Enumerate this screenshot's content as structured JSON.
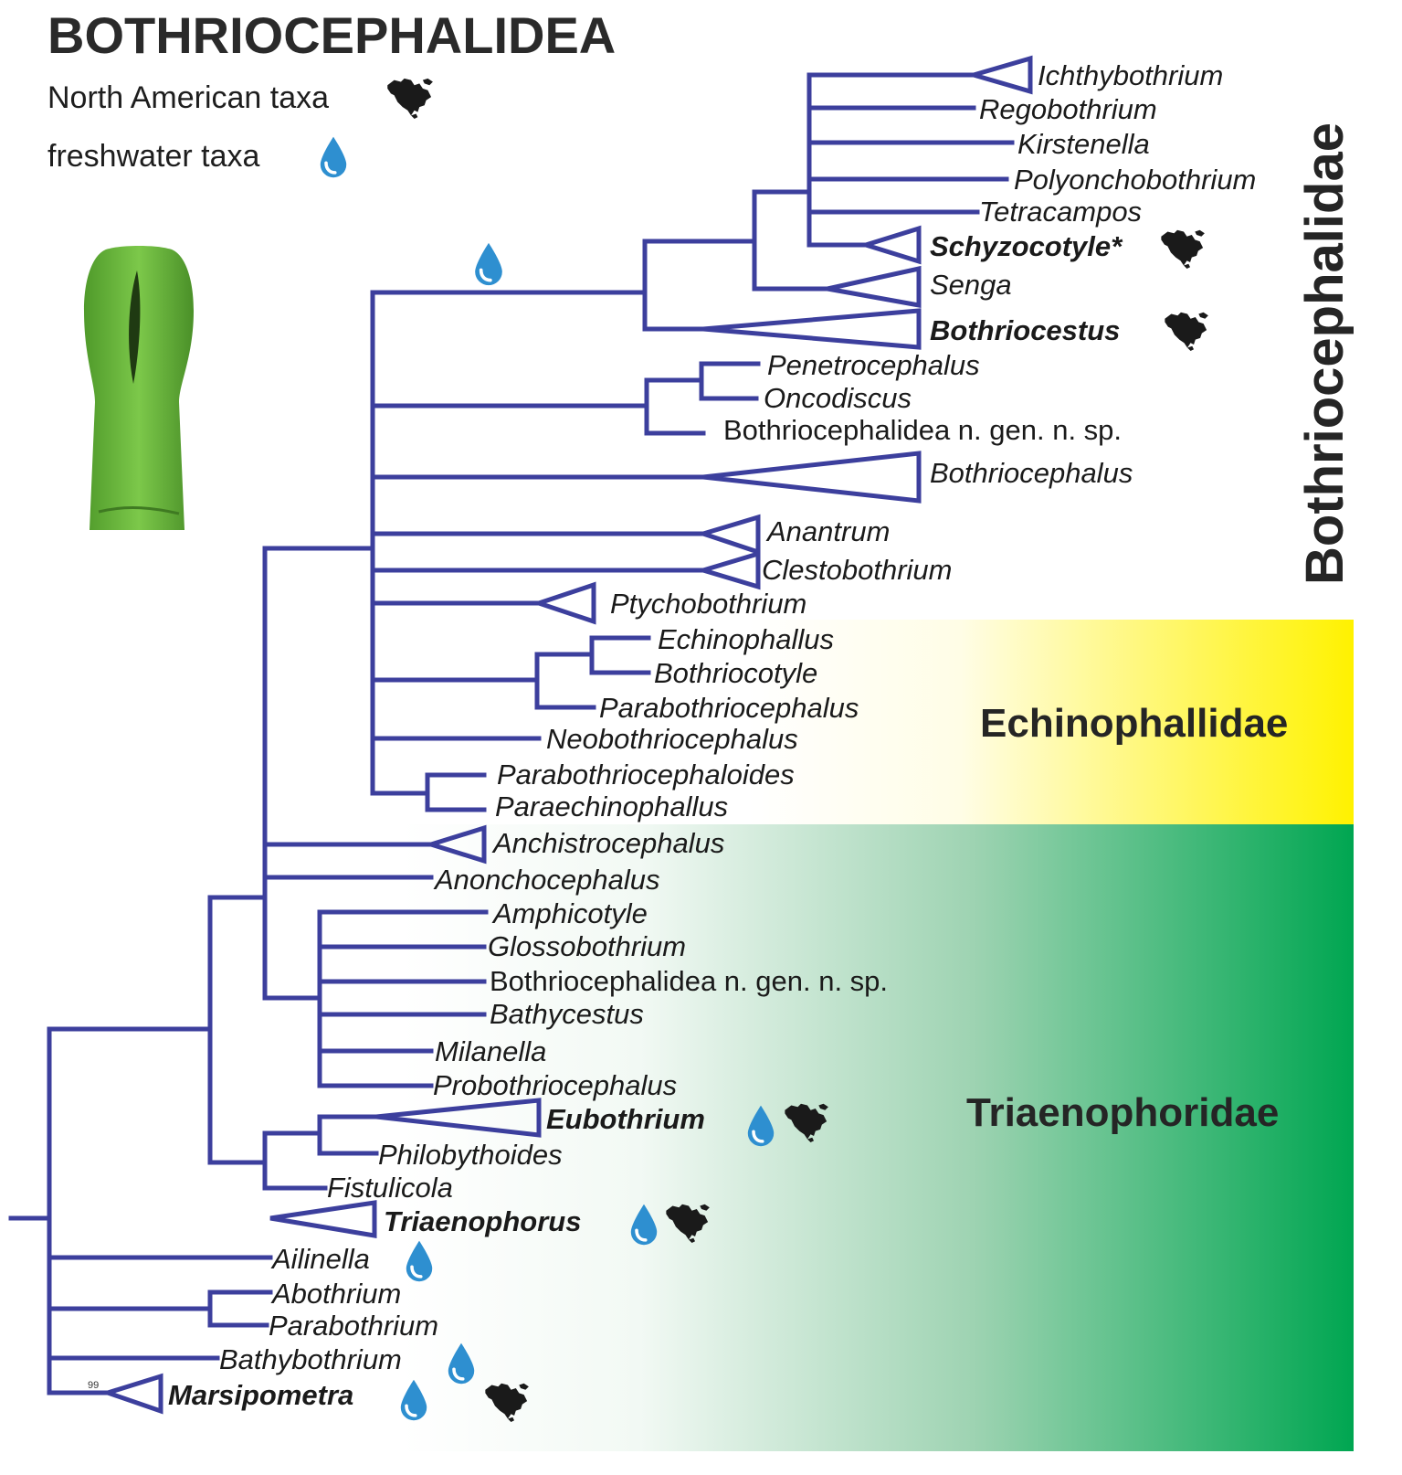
{
  "title": "BOTHRIOCEPHALIDEA",
  "legend": {
    "north_american": "North American taxa",
    "freshwater": "freshwater taxa"
  },
  "families": {
    "bothriocephalidae": "Bothriocephalidae",
    "echinophallidae": "Echinophallidae",
    "triaenophoridae": "Triaenophoridae"
  },
  "colors": {
    "branch": "#3c3f9d",
    "echinophallidae_band": "#fff200",
    "triaenophoridae_band": "#00a651",
    "drop": "#2e8fd0",
    "scolex": "#6bbf3a"
  },
  "support_value": "99",
  "taxa": [
    {
      "name": "Ichthybothrium",
      "style": "italic"
    },
    {
      "name": "Regobothrium",
      "style": "italic"
    },
    {
      "name": "Kirstenella",
      "style": "italic"
    },
    {
      "name": "Polyonchobothrium",
      "style": "italic"
    },
    {
      "name": "Tetracampos",
      "style": "italic"
    },
    {
      "name": "Schyzocotyle*",
      "style": "bold",
      "north_american": true
    },
    {
      "name": "Senga",
      "style": "italic"
    },
    {
      "name": "Bothriocestus",
      "style": "bold",
      "north_american": true
    },
    {
      "name": "Penetrocephalus",
      "style": "italic"
    },
    {
      "name": "Oncodiscus",
      "style": "italic"
    },
    {
      "name": "Bothriocephalidea n. gen. n. sp.",
      "style": "upright"
    },
    {
      "name": "Bothriocephalus",
      "style": "italic"
    },
    {
      "name": "Anantrum",
      "style": "italic"
    },
    {
      "name": "Clestobothrium",
      "style": "italic"
    },
    {
      "name": "Ptychobothrium",
      "style": "italic"
    },
    {
      "name": "Echinophallus",
      "style": "italic"
    },
    {
      "name": "Bothriocotyle",
      "style": "italic"
    },
    {
      "name": "Parabothriocephalus",
      "style": "italic"
    },
    {
      "name": "Neobothriocephalus",
      "style": "italic"
    },
    {
      "name": "Parabothriocephaloides",
      "style": "italic"
    },
    {
      "name": "Paraechinophallus",
      "style": "italic"
    },
    {
      "name": "Anchistrocephalus",
      "style": "italic"
    },
    {
      "name": "Anonchocephalus",
      "style": "italic"
    },
    {
      "name": "Amphicotyle",
      "style": "italic"
    },
    {
      "name": "Glossobothrium",
      "style": "italic"
    },
    {
      "name": "Bothriocephalidea n. gen. n. sp.",
      "style": "upright"
    },
    {
      "name": "Bathycestus",
      "style": "italic"
    },
    {
      "name": "Milanella",
      "style": "italic"
    },
    {
      "name": "Probothriocephalus",
      "style": "italic"
    },
    {
      "name": "Eubothrium",
      "style": "bold",
      "freshwater": true,
      "north_american": true
    },
    {
      "name": "Philobythoides",
      "style": "italic"
    },
    {
      "name": "Fistulicola",
      "style": "italic"
    },
    {
      "name": "Triaenophorus",
      "style": "bold",
      "freshwater": true,
      "north_american": true
    },
    {
      "name": "Ailinella",
      "style": "italic",
      "freshwater": true
    },
    {
      "name": "Abothrium",
      "style": "italic"
    },
    {
      "name": "Parabothrium",
      "style": "italic"
    },
    {
      "name": "Bathybothrium",
      "style": "italic",
      "freshwater": true
    },
    {
      "name": "Marsipometra",
      "style": "bold",
      "freshwater": true,
      "north_american": true
    }
  ]
}
